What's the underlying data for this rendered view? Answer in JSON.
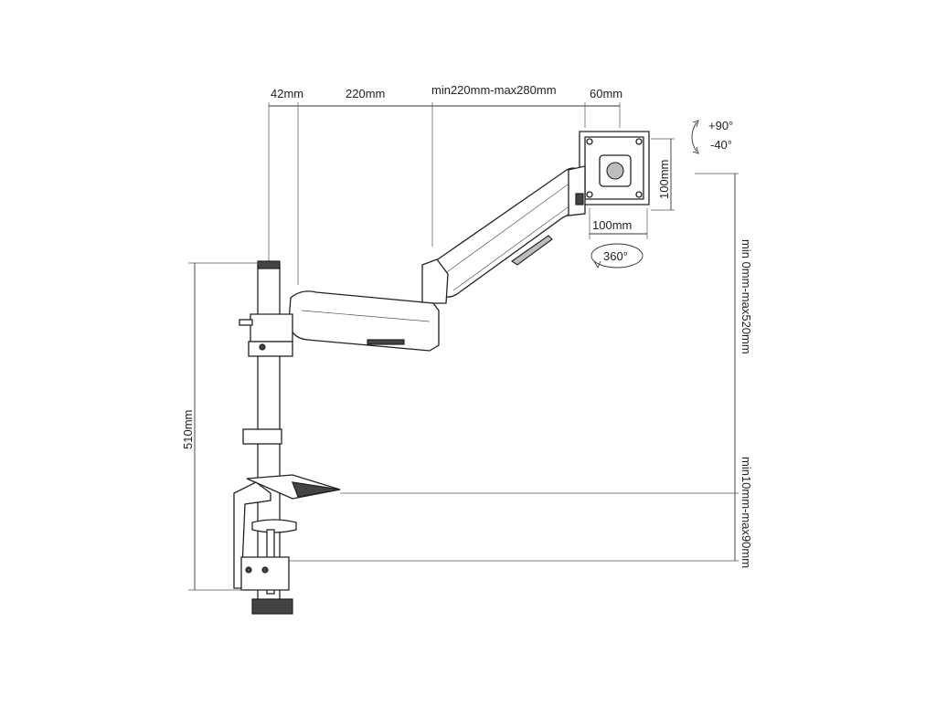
{
  "dimensions": {
    "pole_offset": "42mm",
    "first_arm_length": "220mm",
    "second_arm_range": "min220mm-max280mm",
    "head_offset": "60mm",
    "vesa_height": "100mm",
    "vesa_width": "100mm",
    "tilt_up": "+90°",
    "tilt_down": "-40°",
    "rotation": "360°",
    "height_range": "min 0mm-max520mm",
    "pole_height": "510mm",
    "desk_thickness": "min10mm-max90mm"
  }
}
